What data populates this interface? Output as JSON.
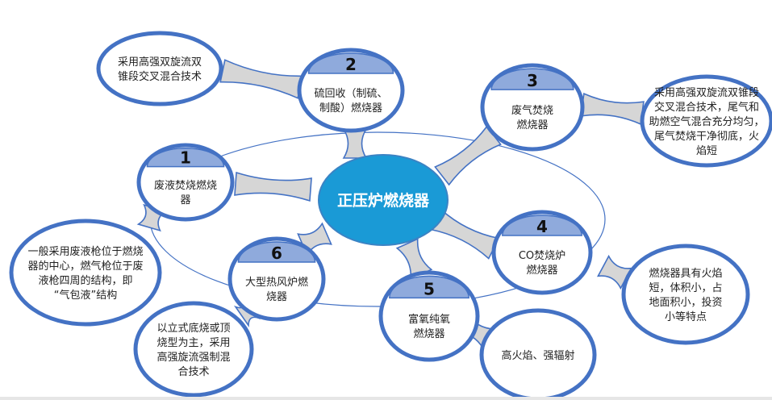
{
  "center": {
    "title": "正压炉燃烧器"
  },
  "nodes": [
    {
      "number": "1",
      "lines": [
        "废液焚烧燃烧",
        "器"
      ]
    },
    {
      "number": "2",
      "lines": [
        "硫回收（制硫、",
        "制酸）燃烧器"
      ]
    },
    {
      "number": "3",
      "lines": [
        "废气焚烧",
        "燃烧器"
      ]
    },
    {
      "number": "4",
      "lines": [
        "CO焚烧炉",
        "燃烧器"
      ]
    },
    {
      "number": "5",
      "lines": [
        "富氧纯氧",
        "燃烧器"
      ]
    },
    {
      "number": "6",
      "lines": [
        "大型热风炉燃",
        "烧器"
      ]
    }
  ],
  "notes": {
    "n1": [
      "一般采用废液枪位于燃烧",
      "器的中心，燃气枪位于废",
      "液枪四周的结构，即",
      "“气包液”结构"
    ],
    "n2": [
      "采用高强双旋流双",
      "锥段交叉混合技术"
    ],
    "n3": [
      "采用高强双旋流双锥段",
      "交叉混合技术，尾气和",
      "助燃空气混合充分均匀，",
      "尾气焚烧干净彻底，火",
      "焰短"
    ],
    "n4": [
      "燃烧器具有火焰",
      "短，体积小，占",
      "地面积小，投资",
      "小等特点"
    ],
    "n5": [
      "高火焰、强辐射"
    ],
    "n6": [
      "以立式底烧或顶",
      "烧型为主，采用",
      "高强旋流强制混",
      "合技术"
    ]
  },
  "colors": {
    "center": "#1a9ad6",
    "ring": "#4472c4",
    "cap": "#8faadc",
    "connector": "#d6d6d6"
  }
}
